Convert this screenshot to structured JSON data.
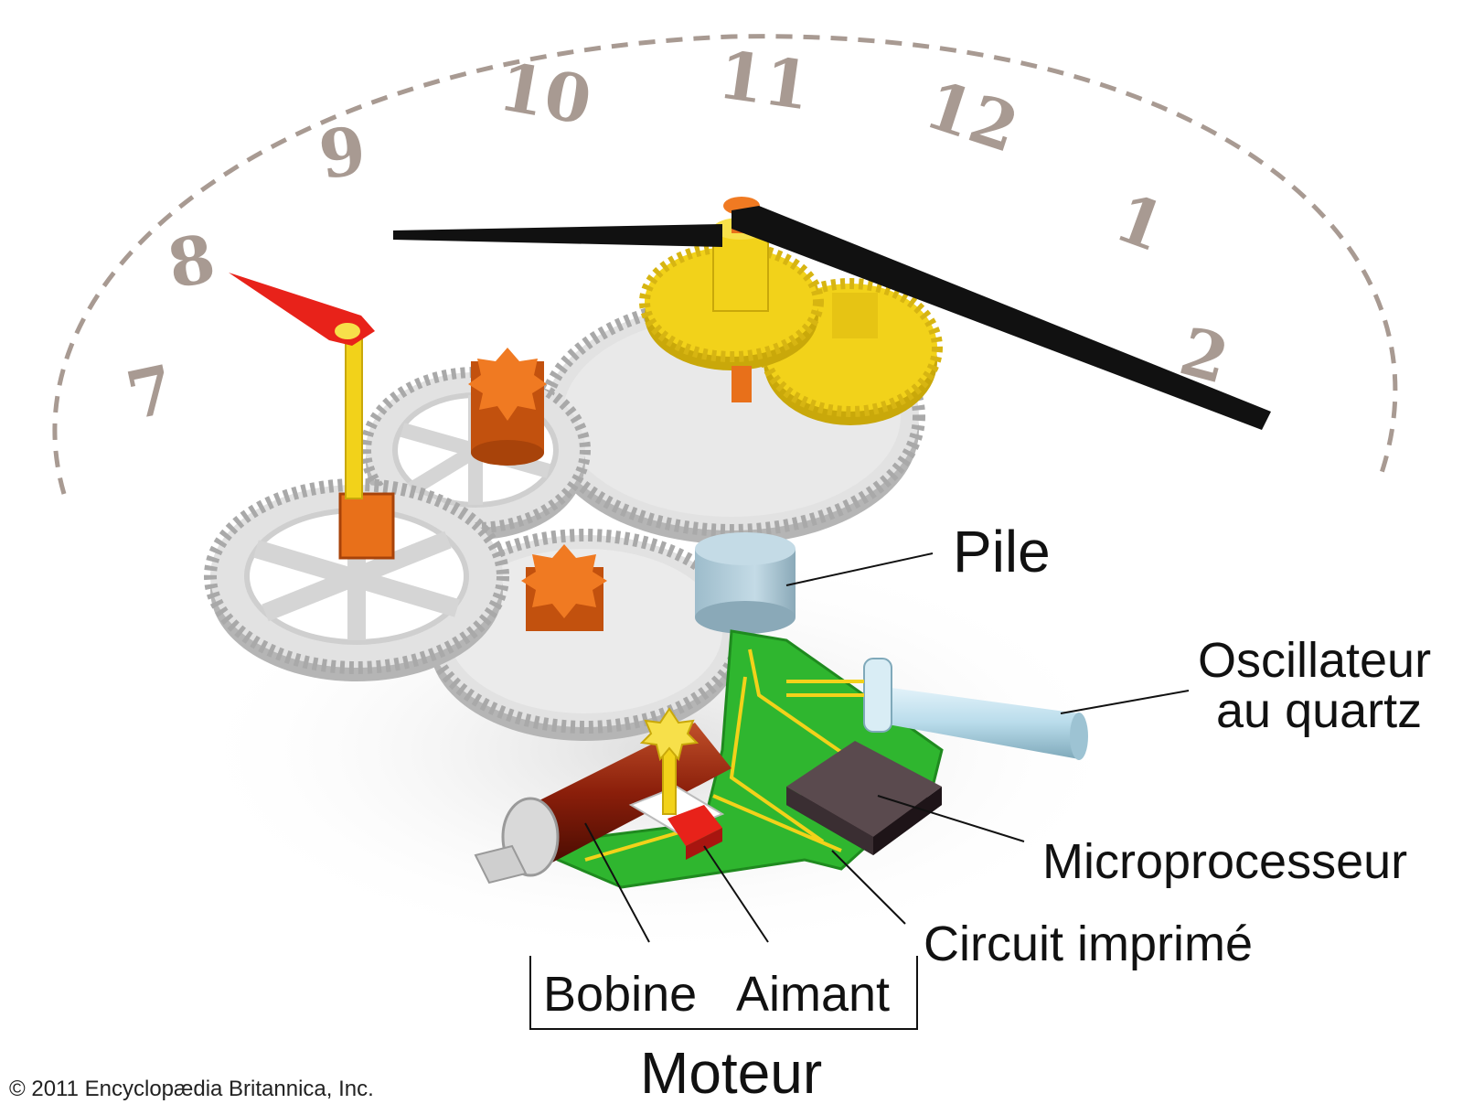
{
  "dial": {
    "numerals": [
      "7",
      "8",
      "9",
      "10",
      "11",
      "12",
      "1",
      "2"
    ]
  },
  "labels": {
    "pile": "Pile",
    "oscillateur_line1": "Oscillateur",
    "oscillateur_line2": "au quartz",
    "microprocesseur": "Microprocesseur",
    "circuit": "Circuit imprimé",
    "bobine": "Bobine",
    "aimant": "Aimant",
    "moteur": "Moteur"
  },
  "copyright": "© 2011 Encyclopædia Britannica, Inc.",
  "colors": {
    "gear_gray": "#d9d9d9",
    "gear_edge": "#a9a9a9",
    "gear_yellow": "#f2d21a",
    "gear_orange": "#e8701a",
    "second_hand": "#e8221a",
    "hands": "#111111",
    "circuit_board": "#2fb62f",
    "battery": "#a9c7d6",
    "quartz": "#b9dceb",
    "microprocessor": "#4a3a3e",
    "coil": "#8a1e0a",
    "dial_dash": "#a89a92"
  }
}
